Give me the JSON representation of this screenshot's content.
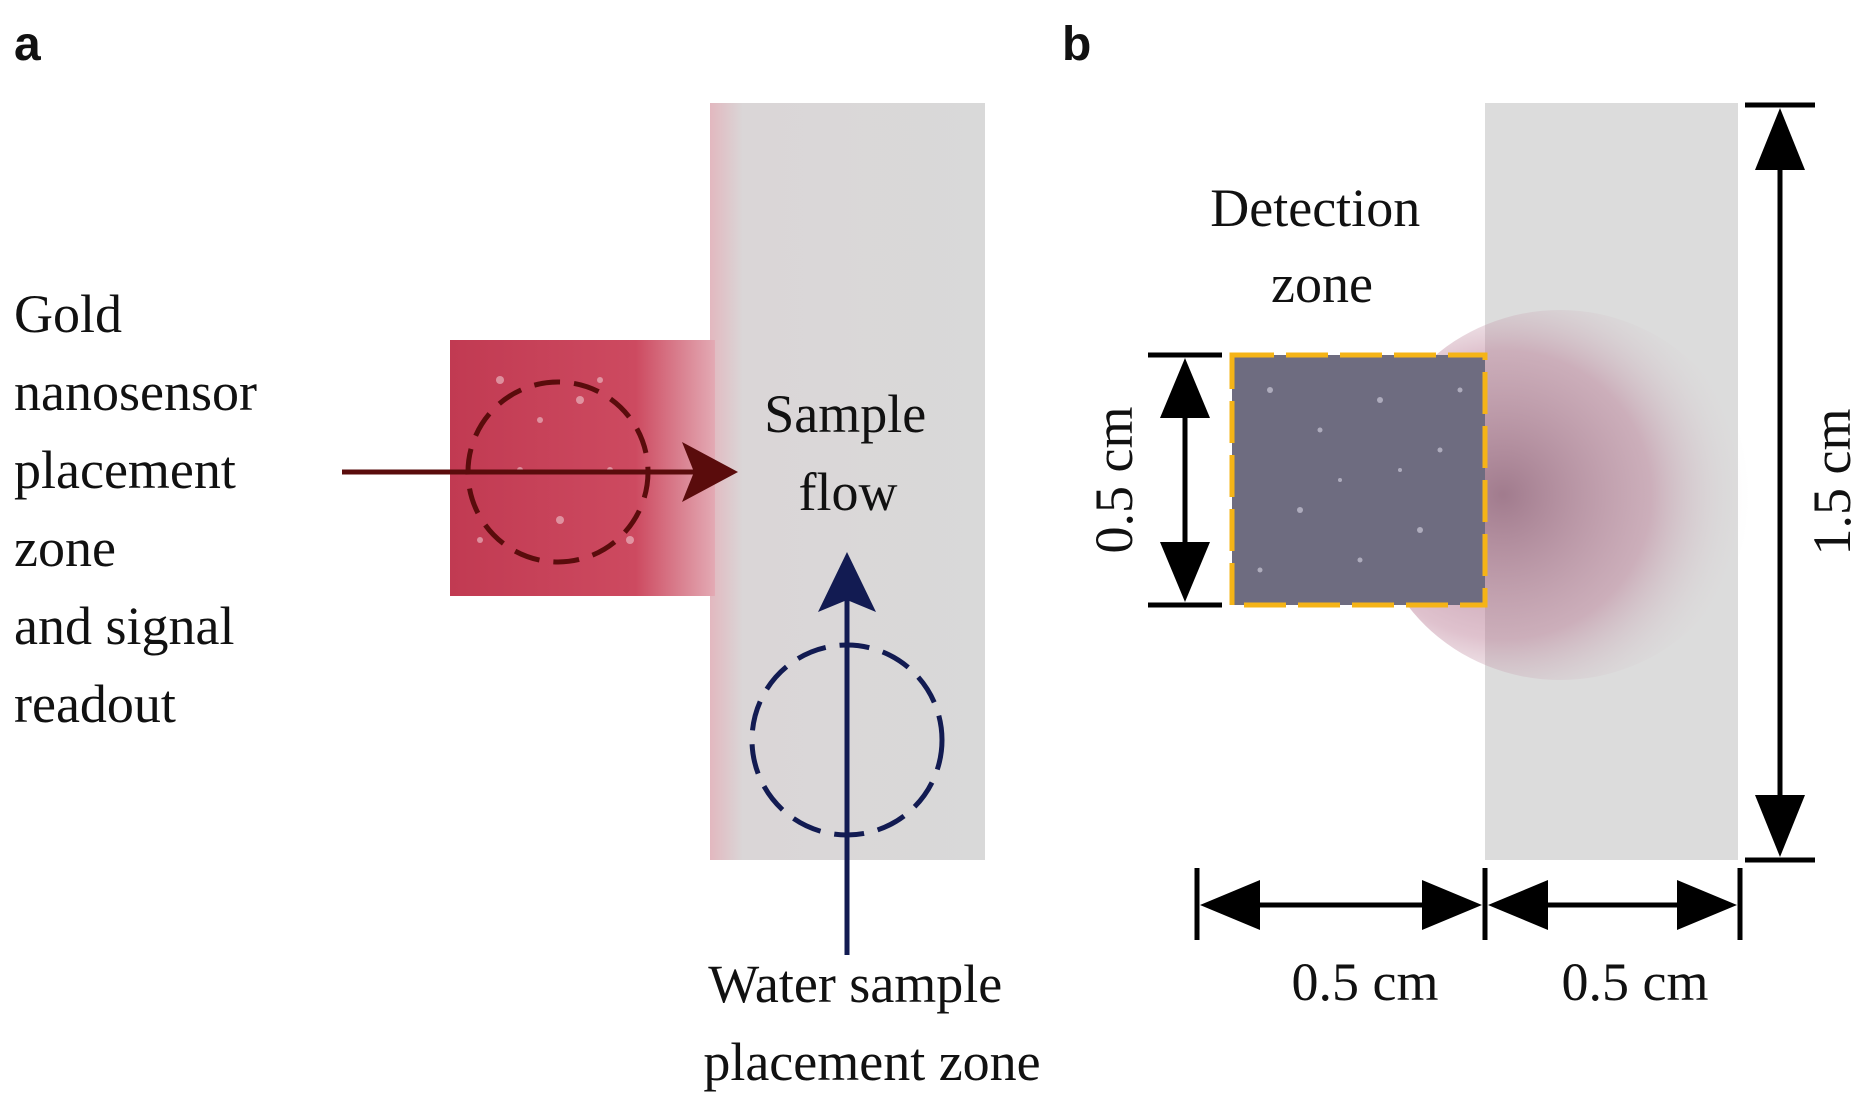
{
  "panel_a": {
    "label": "a",
    "gold_zone_label": [
      "Gold",
      "nanosensor",
      "placement",
      "zone",
      "and signal",
      "readout"
    ],
    "flow_label": [
      "Sample",
      "flow"
    ],
    "water_label": [
      "Water sample",
      "placement zone"
    ]
  },
  "panel_b": {
    "label": "b",
    "detection_label": [
      "Detection",
      "zone"
    ],
    "dim_height_detection": "0.5 cm",
    "dim_height_strip": "1.5 cm",
    "dim_width_detection": "0.5 cm",
    "dim_width_strip": "0.5 cm"
  },
  "colors": {
    "gold_pad": "#c5354f",
    "paper": "#dcdcdc",
    "arrow_dark_red": "#5a0c0c",
    "arrow_navy": "#121b52",
    "detection_gray": "#6d6b80",
    "detection_border": "#f5b417",
    "dimension_line": "#000000"
  }
}
